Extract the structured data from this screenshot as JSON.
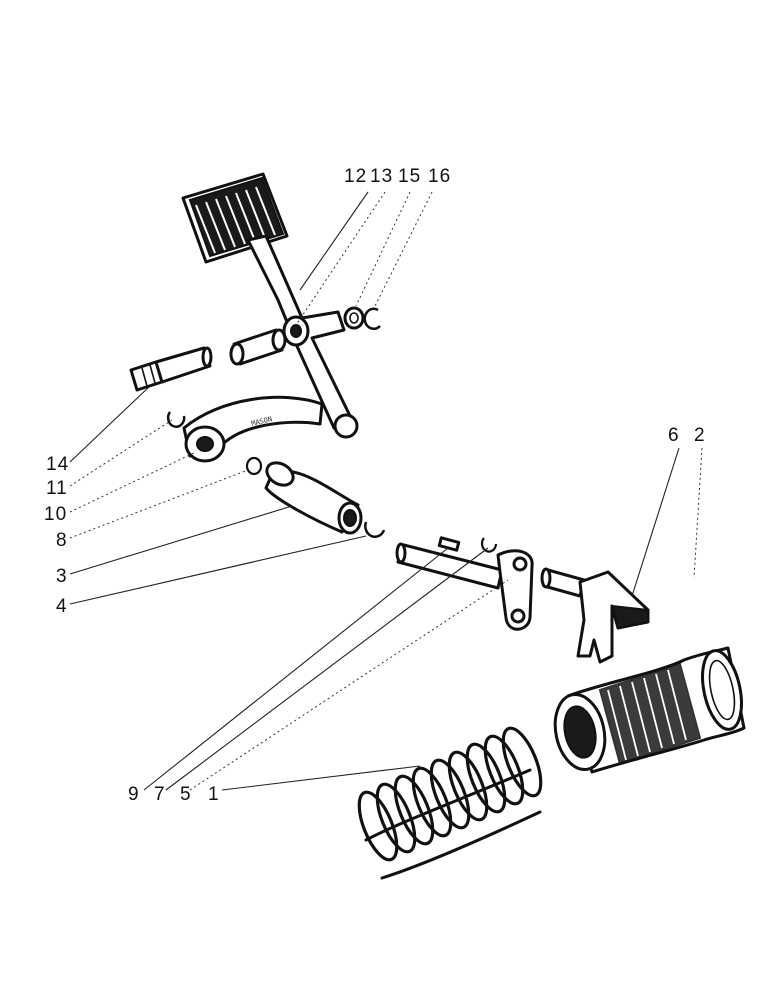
{
  "callouts": {
    "c12": "12",
    "c13": "13",
    "c15": "15",
    "c16": "16",
    "c14": "14",
    "c11": "11",
    "c10": "10",
    "c8": "8",
    "c3": "3",
    "c4": "4",
    "c6": "6",
    "c2": "2",
    "c9": "9",
    "c7": "7",
    "c5": "5",
    "c1": "1"
  },
  "casting_mark": "MASON"
}
